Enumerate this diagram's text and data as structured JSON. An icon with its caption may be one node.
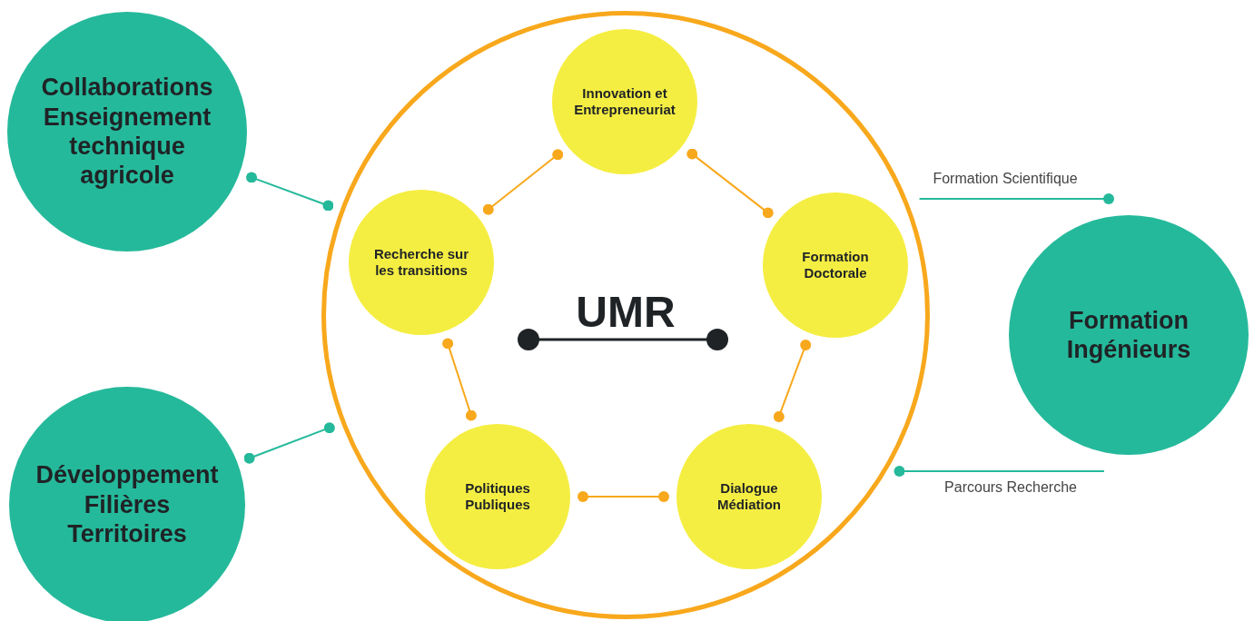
{
  "diagram": {
    "nodes": [
      {
        "text": [
          "Collaborations Enseignement technique agricole"
        ]
      },
      {
        "text": [
          "UMR"
        ]
      },
      {
        "text": [
          "Innovation et Entrepreneuriat"
        ],
        "in": 1
      },
      {
        "text": [
          "Recherche sur les transitions"
        ],
        "in": 1
      },
      {
        "text": [
          "Formation Doctorale"
        ],
        "in": 1
      },
      {
        "text": [
          "Politiques Publiques"
        ],
        "in": 1
      },
      {
        "text": [
          "Dialogue Médiation"
        ],
        "in": 1
      },
      {
        "text": [
          "Formation Ingénieurs"
        ]
      },
      {
        "text": [
          "Développement Filières Territoires"
        ]
      }
    ],
    "edges": [
      {
        "from": 2,
        "to": 3,
        "arrow": "other"
      },
      {
        "from": 2,
        "to": 4,
        "arrow": "other"
      },
      {
        "from": 4,
        "to": 6,
        "arrow": "other"
      },
      {
        "from": 6,
        "to": 5,
        "arrow": "other"
      },
      {
        "from": 5,
        "to": 3,
        "arrow": "other"
      },
      {
        "from": 0,
        "to": 1,
        "arrow": "other",
        "color": "#25b99b"
      },
      {
        "from": 8,
        "to": 1,
        "arrow": "other",
        "color": "#25b99b"
      },
      {
        "from": 1,
        "to": 7,
        "arrow": "other",
        "label": "Formation Scientifique",
        "color": "#25b99b"
      },
      {
        "from": 1,
        "to": 7,
        "arrow": "other",
        "label": "Parcours Recherche",
        "color": "#25b99b"
      }
    ]
  }
}
